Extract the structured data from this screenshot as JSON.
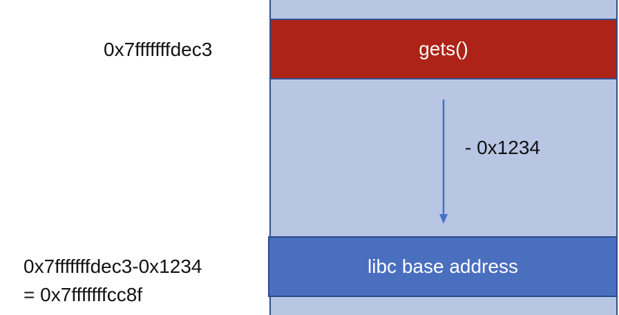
{
  "gets_block": {
    "label": "gets()",
    "address": "0x7fffffffdec3",
    "color": "#ae2317"
  },
  "libc_block": {
    "label": "libc base address",
    "address_expr": "0x7fffffffdec3-0x1234",
    "address_result": "= 0x7fffffffcc8f",
    "color": "#4a6fbf"
  },
  "stack": {
    "color": "#b8c6e4"
  },
  "offset": {
    "label": "- 0x1234",
    "arrow_color": "#4472c4"
  }
}
